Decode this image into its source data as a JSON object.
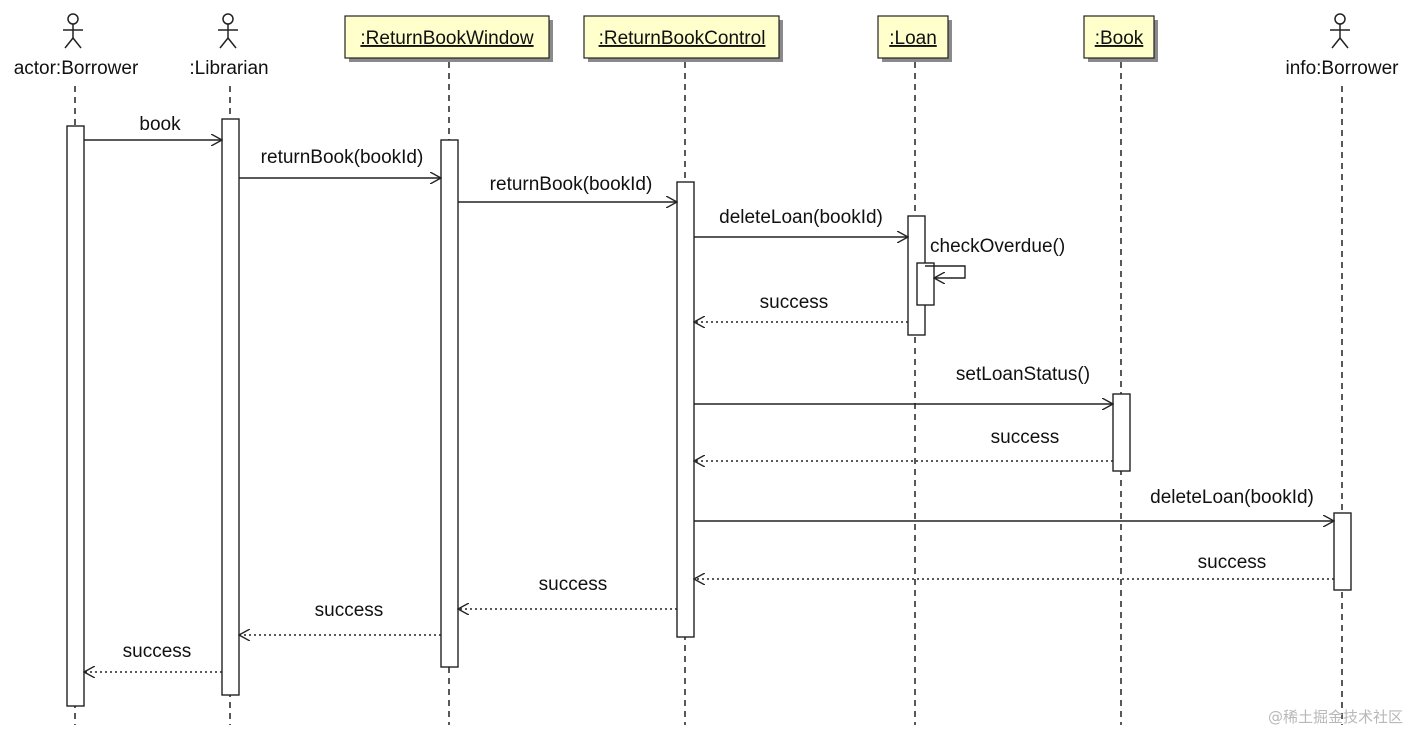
{
  "participants": [
    {
      "id": "actorBorrower",
      "kind": "actor",
      "label": "actor:Borrower"
    },
    {
      "id": "librarian",
      "kind": "actor",
      "label": ":Librarian"
    },
    {
      "id": "returnBookWindow",
      "kind": "object",
      "label": ":ReturnBookWindow"
    },
    {
      "id": "returnBookControl",
      "kind": "object",
      "label": ":ReturnBookControl"
    },
    {
      "id": "loan",
      "kind": "object",
      "label": ":Loan"
    },
    {
      "id": "book",
      "kind": "object",
      "label": ":Book"
    },
    {
      "id": "infoBorrower",
      "kind": "actor",
      "label": "info:Borrower"
    }
  ],
  "messages": [
    {
      "id": "m1",
      "from": "actorBorrower",
      "to": "librarian",
      "type": "call",
      "label": "book"
    },
    {
      "id": "m2",
      "from": "librarian",
      "to": "returnBookWindow",
      "type": "call",
      "label": "returnBook(bookId)"
    },
    {
      "id": "m3",
      "from": "returnBookWindow",
      "to": "returnBookControl",
      "type": "call",
      "label": "returnBook(bookId)"
    },
    {
      "id": "m4",
      "from": "returnBookControl",
      "to": "loan",
      "type": "call",
      "label": "deleteLoan(bookId)"
    },
    {
      "id": "m5",
      "from": "loan",
      "to": "loan",
      "type": "self",
      "label": "checkOverdue()"
    },
    {
      "id": "m6",
      "from": "loan",
      "to": "returnBookControl",
      "type": "return",
      "label": "success"
    },
    {
      "id": "m7",
      "from": "returnBookControl",
      "to": "book",
      "type": "call",
      "label": "setLoanStatus()"
    },
    {
      "id": "m8",
      "from": "book",
      "to": "returnBookControl",
      "type": "return",
      "label": "success"
    },
    {
      "id": "m9",
      "from": "returnBookControl",
      "to": "infoBorrower",
      "type": "call",
      "label": "deleteLoan(bookId)"
    },
    {
      "id": "m10",
      "from": "infoBorrower",
      "to": "returnBookControl",
      "type": "return",
      "label": "success"
    },
    {
      "id": "m11",
      "from": "returnBookControl",
      "to": "returnBookWindow",
      "type": "return",
      "label": "success"
    },
    {
      "id": "m12",
      "from": "returnBookWindow",
      "to": "librarian",
      "type": "return",
      "label": "success"
    },
    {
      "id": "m13",
      "from": "librarian",
      "to": "actorBorrower",
      "type": "return",
      "label": "success"
    }
  ],
  "colors": {
    "object_fill": "#ffffcc",
    "stroke": "#222222",
    "watermark": "#b8b8b8"
  },
  "watermark": "@稀土掘金技术社区"
}
